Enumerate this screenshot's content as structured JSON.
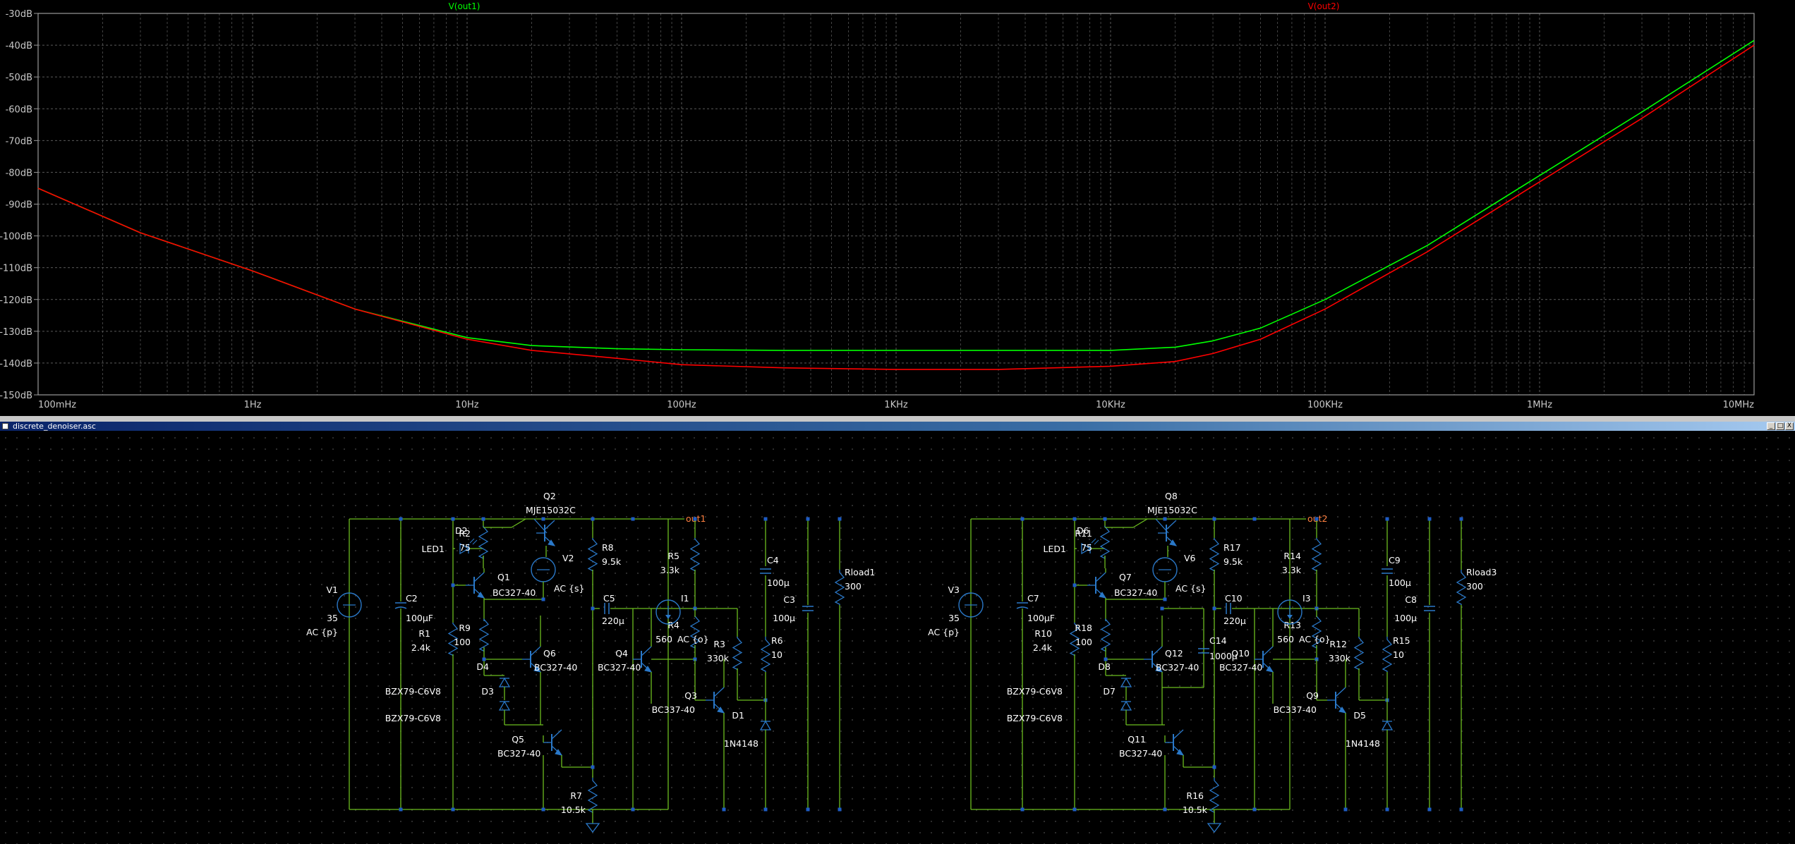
{
  "plot": {
    "traces": [
      {
        "name": "V(out1)",
        "color": "#00ff00"
      },
      {
        "name": "V(out2)",
        "color": "#ff0000"
      }
    ],
    "y_ticks": [
      "-30dB",
      "-40dB",
      "-50dB",
      "-60dB",
      "-70dB",
      "-80dB",
      "-90dB",
      "-100dB",
      "-110dB",
      "-120dB",
      "-130dB",
      "-140dB",
      "-150dB"
    ],
    "x_ticks": [
      "100mHz",
      "1Hz",
      "10Hz",
      "100Hz",
      "1KHz",
      "10KHz",
      "100KHz",
      "1MHz",
      "10MHz"
    ],
    "grid_color": "#5a5a5a",
    "axis_color": "#9a9a9a"
  },
  "chart_data": {
    "type": "line",
    "x_scale": "log",
    "xlim": [
      0.1,
      10000000
    ],
    "ylim": [
      -150,
      -30
    ],
    "xlabel": "",
    "ylabel": "",
    "grid": true,
    "series": [
      {
        "name": "V(out1)",
        "x": [
          0.1,
          0.3,
          1,
          3,
          10,
          20,
          50,
          100,
          300,
          1000,
          3000,
          10000,
          20000,
          30000,
          50000,
          100000,
          300000,
          1000000,
          3000000,
          10000000
        ],
        "y": [
          -85,
          -99,
          -111,
          -123,
          -132,
          -134.5,
          -135.5,
          -135.8,
          -136,
          -136,
          -136,
          -136,
          -135,
          -133,
          -129,
          -120,
          -103,
          -81,
          -61,
          -38.5
        ]
      },
      {
        "name": "V(out2)",
        "x": [
          0.1,
          0.3,
          1,
          3,
          10,
          20,
          50,
          100,
          300,
          1000,
          3000,
          10000,
          20000,
          30000,
          50000,
          100000,
          300000,
          1000000,
          3000000,
          10000000
        ],
        "y": [
          -85,
          -99,
          -111,
          -123,
          -132.5,
          -136,
          -138.5,
          -140.5,
          -141.5,
          -142,
          -142,
          -141,
          -139.5,
          -137,
          -132.5,
          -123,
          -105,
          -83,
          -63,
          -40
        ]
      }
    ]
  },
  "window": {
    "title": "discrete_denoiser.asc",
    "buttons": [
      "_",
      "□",
      "X"
    ]
  },
  "schematic": {
    "wire_color": "#6bbd1f",
    "comp_color": "#2a78c8",
    "text_color": "#ffffff",
    "node_color": "#1e5cc4",
    "netlabel_color": "#ff8040",
    "circuit1": {
      "netlabel": "out1",
      "labels": {
        "Q2": "Q2",
        "Q2_model": "MJE15032C",
        "R2": "R2",
        "R2_val": "75",
        "D2": "D2",
        "LED1": "LED1",
        "Q1": "Q1",
        "Q1_model": "BC327-40",
        "V2": "V2",
        "V2_val": "AC {s}",
        "R8": "R8",
        "R8_val": "9.5k",
        "R5": "R5",
        "R5_val": "3.3k",
        "C4": "C4",
        "C4_val": "100µ",
        "Rload": "Rload1",
        "Rload_val": "300",
        "I": "I1",
        "I_val": "AC {o}",
        "V1": "V1",
        "V1_val1": "35",
        "V1_val2": "AC {p}",
        "C2": "C2",
        "C2_val": "100µF",
        "R1": "R1",
        "R1_val": "2.4k",
        "R9": "R9",
        "R9_val": "100",
        "Q6": "Q6",
        "Q6_model": "BC327-40",
        "D4": "D4",
        "D3": "D3",
        "Z1": "BZX79-C6V8",
        "Z2": "BZX79-C6V8",
        "C5": "C5",
        "C5_val": "220µ",
        "R4": "R4",
        "R4_val": "560",
        "Q4": "Q4",
        "Q4_model": "BC327-40",
        "R3": "R3",
        "R3_val": "330k",
        "Q3": "Q3",
        "Q3_model": "BC337-40",
        "C3": "C3",
        "C3_val": "100µ",
        "R6": "R6",
        "R6_val": "10",
        "D1": "D1",
        "D1_model": "1N4148",
        "Q5": "Q5",
        "Q5_model": "BC327-40",
        "R7": "R7",
        "R7_val": "10.5k"
      }
    },
    "circuit2": {
      "netlabel": "out2",
      "labels": {
        "Q2": "Q8",
        "Q2_model": "MJE15032C",
        "R2": "R11",
        "R2_val": "75",
        "D2": "D6",
        "LED1": "LED1",
        "Q1": "Q7",
        "Q1_model": "BC327-40",
        "V2": "V6",
        "V2_val": "AC {s}",
        "R8": "R17",
        "R8_val": "9.5k",
        "R5": "R14",
        "R5_val": "3.3k",
        "C4": "C9",
        "C4_val": "100µ",
        "Rload": "Rload3",
        "Rload_val": "300",
        "I": "I3",
        "I_val": "AC {o}",
        "V1": "V3",
        "V1_val1": "35",
        "V1_val2": "AC {p}",
        "C2": "C7",
        "C2_val": "100µF",
        "R1": "R10",
        "R1_val": "2.4k",
        "R9": "R18",
        "R9_val": "100",
        "Q6": "Q12",
        "Q6_model": "BC327-40",
        "C14": "C14",
        "C14_val": "1000µ",
        "D4": "D8",
        "D3": "D7",
        "Z1": "BZX79-C6V8",
        "Z2": "BZX79-C6V8",
        "C5": "C10",
        "C5_val": "220µ",
        "R4": "R13",
        "R4_val": "560",
        "Q4": "Q10",
        "Q4_model": "BC327-40",
        "R3": "R12",
        "R3_val": "330k",
        "Q3": "Q9",
        "Q3_model": "BC337-40",
        "C3": "C8",
        "C3_val": "100µ",
        "R6": "R15",
        "R6_val": "10",
        "D1": "D5",
        "D1_model": "1N4148",
        "Q5": "Q11",
        "Q5_model": "BC327-40",
        "R7": "R16",
        "R7_val": "10.5k"
      }
    }
  }
}
